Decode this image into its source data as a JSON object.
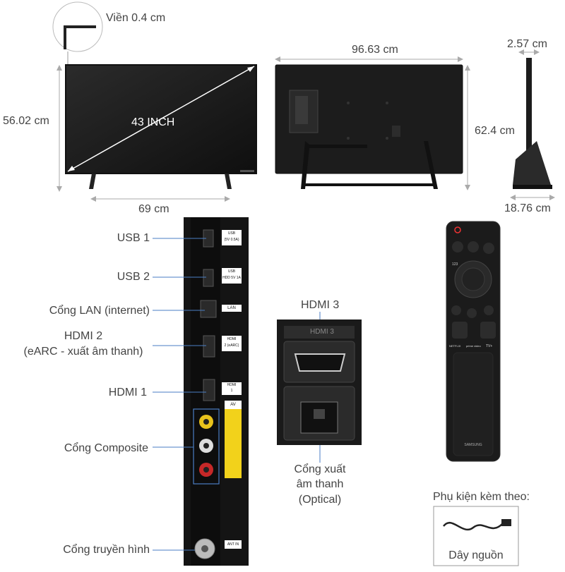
{
  "dimensions": {
    "bezel": "Viền 0.4 cm",
    "screen_size": "43 INCH",
    "height_with_stand": "56.02 cm",
    "stand_width": "69 cm",
    "width": "96.63 cm",
    "height": "62.4 cm",
    "depth": "2.57 cm",
    "stand_depth": "18.76 cm"
  },
  "ports": {
    "usb1": "USB 1",
    "usb2": "USB 2",
    "lan": "Cổng LAN (internet)",
    "hdmi2_line1": "HDMI 2",
    "hdmi2_line2": "(eARC - xuất âm thanh)",
    "hdmi1": "HDMI 1",
    "composite": "Cổng Composite",
    "antenna": "Cổng truyền hình",
    "hdmi3": "HDMI 3",
    "optical_line1": "Cổng xuất",
    "optical_line2": "âm thanh",
    "optical_line3": "(Optical)"
  },
  "panel_tags": {
    "usb1_tag_1": "USB",
    "usb1_tag_2": "(5V 0.5A)",
    "usb2_tag_1": "USB",
    "usb2_tag_2": "HDD 5V 1A",
    "lan_tag": "LAN",
    "hdmi2_tag_1": "HDMI",
    "hdmi2_tag_2": "2 (eARC)",
    "hdmi1_tag_1": "HDMI",
    "hdmi1_tag_2": "1",
    "av_tag": "AV",
    "ant_tag": "ANT IN",
    "hdmi3_tag": "HDMI 3"
  },
  "remote": {
    "brand": "SAMSUNG",
    "netflix": "NETFLIX",
    "prime": "prime video",
    "tv_plus": "TV+",
    "num_key": "123"
  },
  "accessories": {
    "title": "Phụ kiện kèm theo:",
    "power_cord": "Dây nguồn"
  },
  "colors": {
    "line": "#4a7ec4",
    "tv_dark": "#1a1a1a"
  }
}
